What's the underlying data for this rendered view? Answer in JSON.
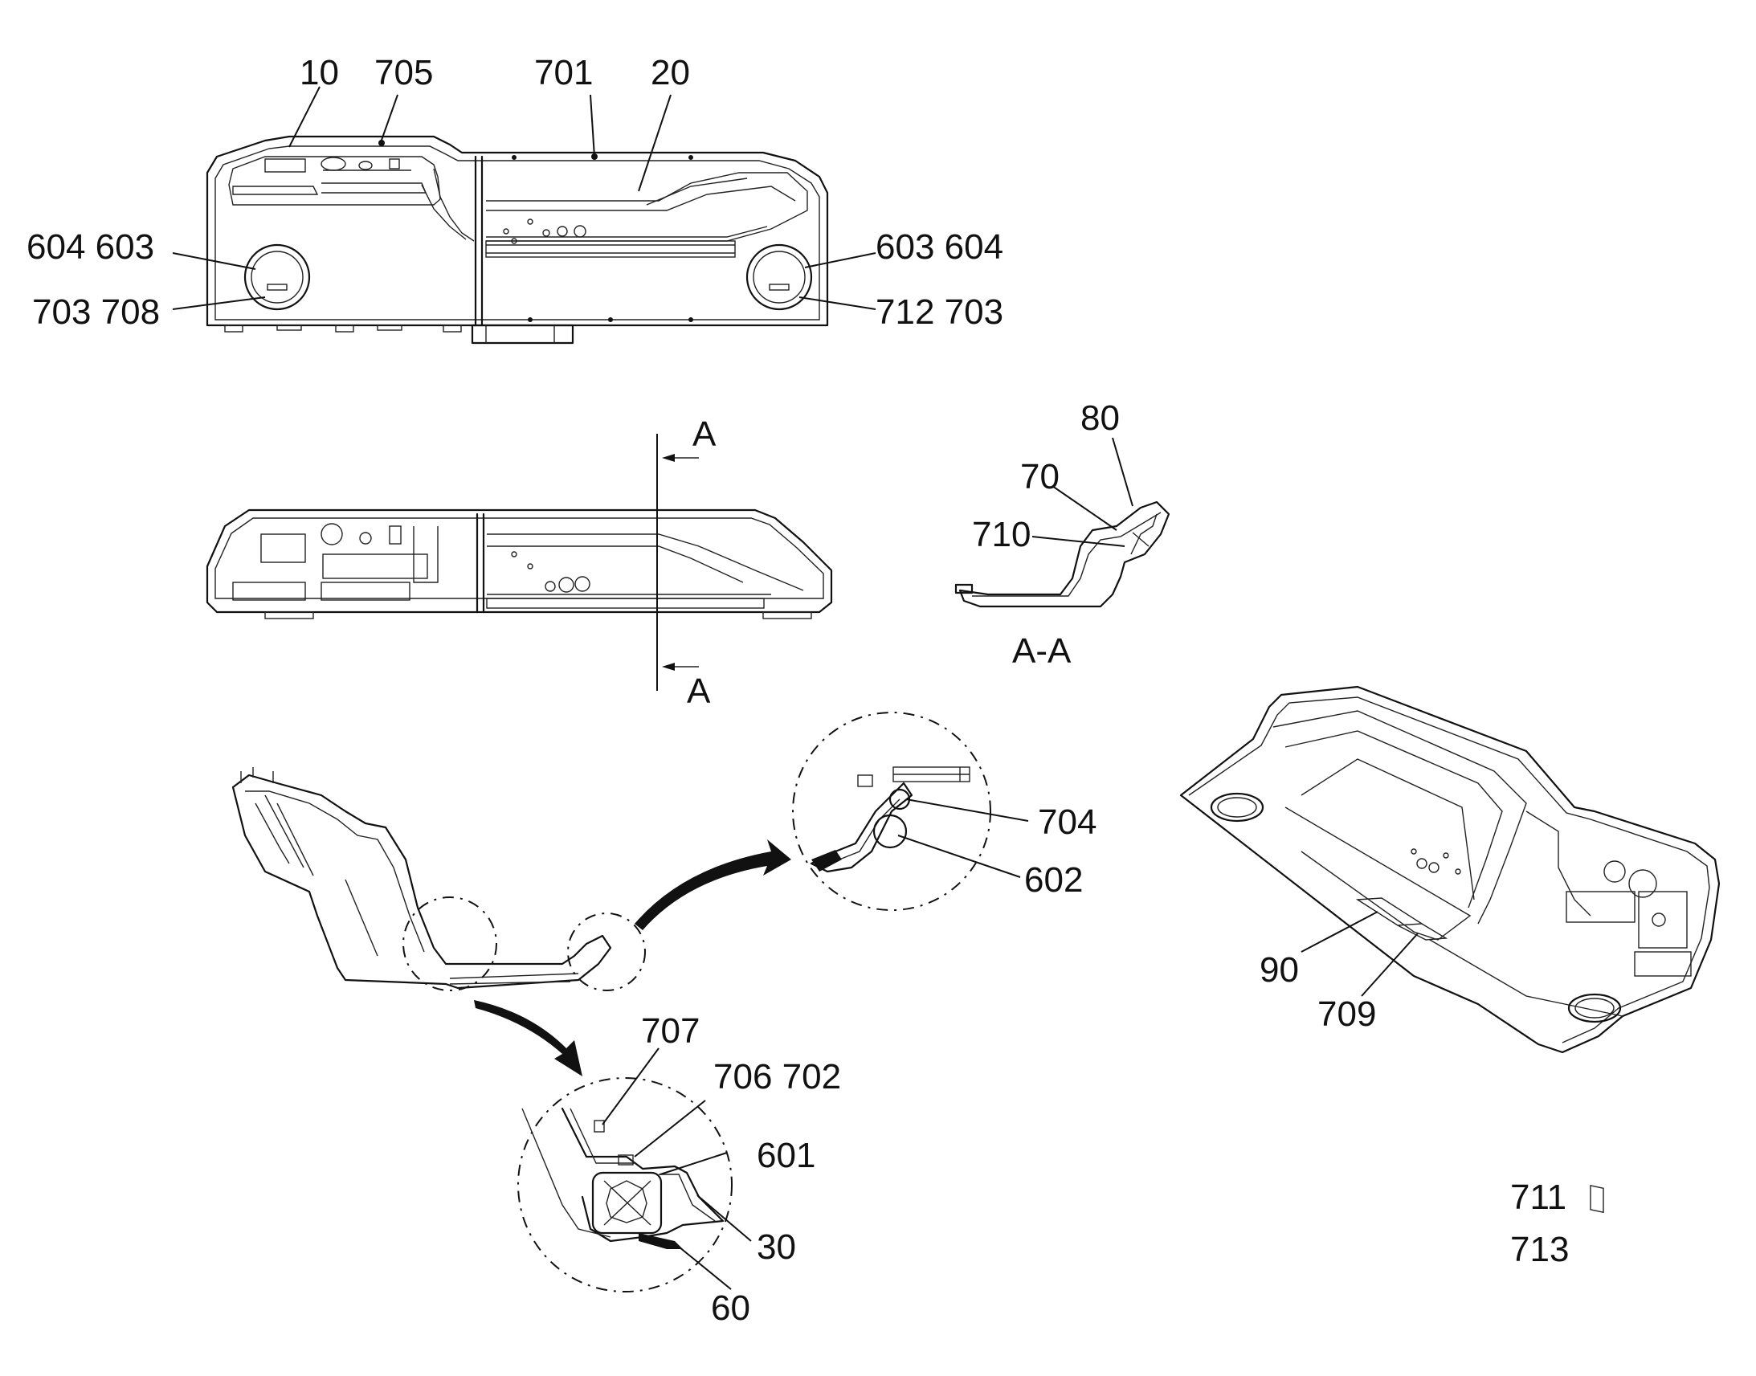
{
  "labels": {
    "l10": "10",
    "l705": "705",
    "l701": "701",
    "l20": "20",
    "l604_603_left": "604 603",
    "l703_708_left": "703  708",
    "l603_604_right": "603  604",
    "l712_703_right": "712 703",
    "sectionA_top": "A",
    "sectionA_bottom": "A",
    "l80": "80",
    "l70": "70",
    "l710": "710",
    "sectionAA": "A-A",
    "l704": "704",
    "l602": "602",
    "l707": "707",
    "l706_702": "706  702",
    "l601": "601",
    "l30": "30",
    "l60": "60",
    "l90": "90",
    "l709": "709",
    "l711": "711",
    "l713": "713"
  }
}
